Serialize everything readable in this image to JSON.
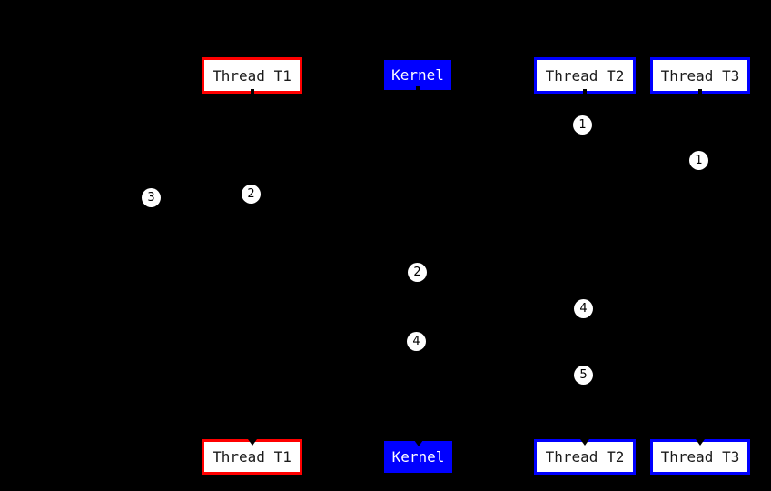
{
  "diagram": {
    "description": "Thread scheduling sequence diagram with numbered events",
    "colors": {
      "background": "#000000",
      "thread_t1_border": "#ff0000",
      "thread_t2_border": "#0000ff",
      "thread_t3_border": "#0000ff",
      "kernel_fill": "#0000ff",
      "box_fill": "#ffffff",
      "box_text": "#1a1a1a",
      "kernel_text": "#ffffff",
      "badge_fill": "#ffffff",
      "badge_text": "#000000"
    },
    "top_row": {
      "thread_t1": "Thread T1",
      "kernel": "Kernel",
      "thread_t2": "Thread T2",
      "thread_t3": "Thread T3"
    },
    "bottom_row": {
      "thread_t1": "Thread T1",
      "kernel": "Kernel",
      "thread_t2": "Thread T2",
      "thread_t3": "Thread T3"
    },
    "event_badges": [
      {
        "label": "1"
      },
      {
        "label": "1"
      },
      {
        "label": "2"
      },
      {
        "label": "3"
      },
      {
        "label": "2"
      },
      {
        "label": "4"
      },
      {
        "label": "4"
      },
      {
        "label": "5"
      }
    ]
  }
}
